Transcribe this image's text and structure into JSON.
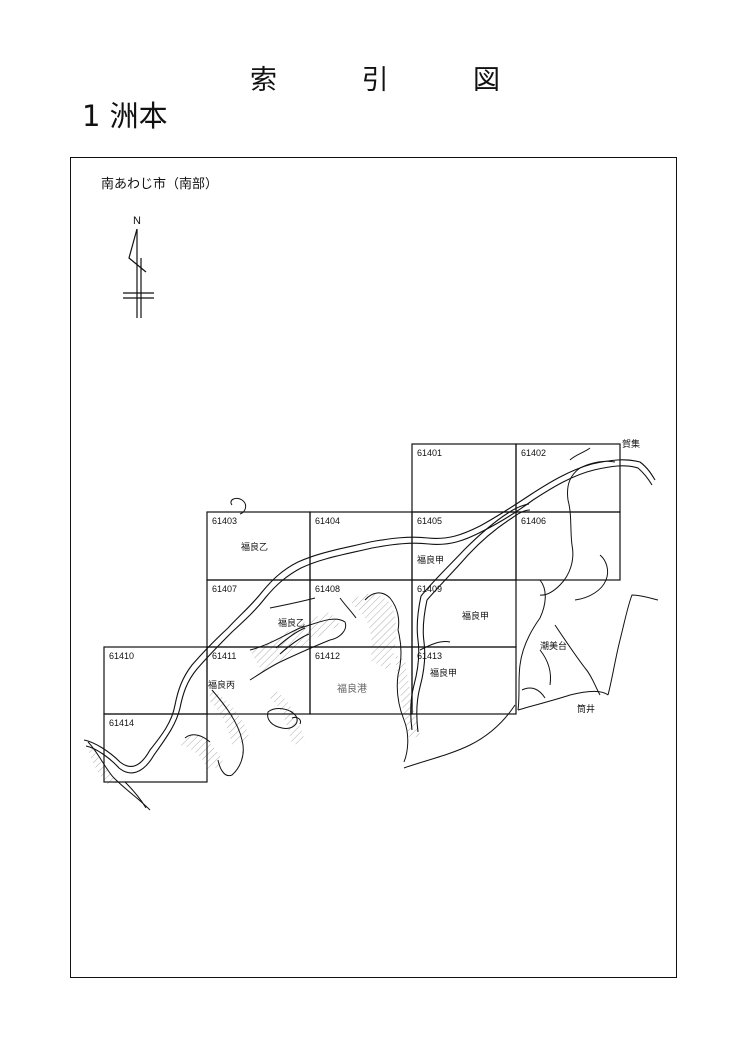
{
  "title": {
    "chars": [
      "索",
      "引",
      "図"
    ]
  },
  "subtitle": "1 洲本",
  "region": "南あわじ市（南部）",
  "compass": {
    "north_label": "N"
  },
  "sheets": [
    {
      "id": "61401"
    },
    {
      "id": "61402"
    },
    {
      "id": "61403"
    },
    {
      "id": "61404"
    },
    {
      "id": "61405"
    },
    {
      "id": "61406"
    },
    {
      "id": "61407"
    },
    {
      "id": "61408"
    },
    {
      "id": "61409"
    },
    {
      "id": "61410"
    },
    {
      "id": "61411"
    },
    {
      "id": "61412"
    },
    {
      "id": "61413"
    },
    {
      "id": "61414"
    }
  ],
  "places": [
    {
      "name": "賀集"
    },
    {
      "name": "福良乙"
    },
    {
      "name": "福良甲"
    },
    {
      "name": "福良乙"
    },
    {
      "name": "福良甲"
    },
    {
      "name": "潮美台"
    },
    {
      "name": "福良丙"
    },
    {
      "name": "福良甲"
    },
    {
      "name": "筒井"
    }
  ],
  "port": "福良港"
}
